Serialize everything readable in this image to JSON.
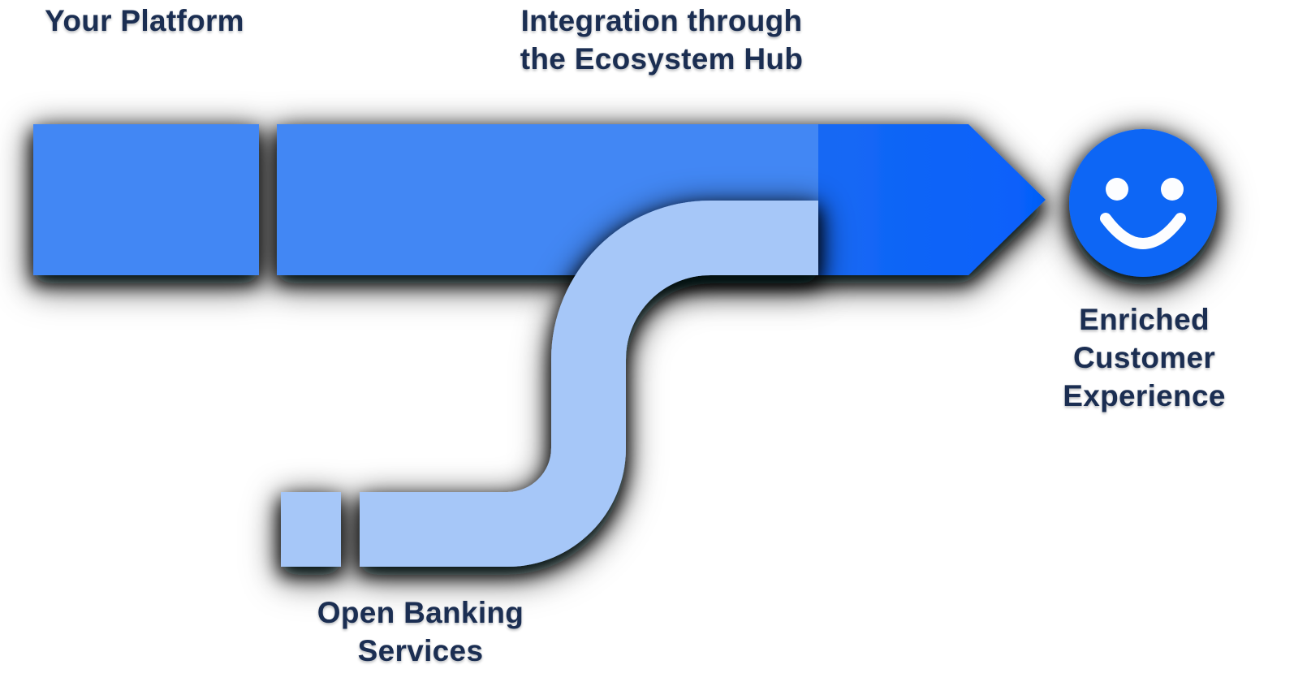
{
  "diagram": {
    "labels": {
      "your_platform": "Your Platform",
      "integration": {
        "line1": "Integration through",
        "line2": "the Ecosystem Hub"
      },
      "open_banking": {
        "line1": "Open Banking",
        "line2": "Services"
      },
      "enriched": {
        "line1": "Enriched",
        "line2": "Customer",
        "line3": "Experience"
      }
    },
    "colors": {
      "platform_bar_blue": "#4287F4",
      "open_banking_pipe_light_blue": "#A6C7F8",
      "arrowhead_dark_blue_start": "#1668F4",
      "arrowhead_dark_blue_end": "#0560FB",
      "smiley_blue": "#0F66F5",
      "smiley_features_white": "#FCFDFF",
      "text_navy": "#1B2E52",
      "shadow_black": "#05080D",
      "background": "#FFFFFF"
    },
    "icons": {
      "smiley": "smiley-face-icon"
    }
  }
}
